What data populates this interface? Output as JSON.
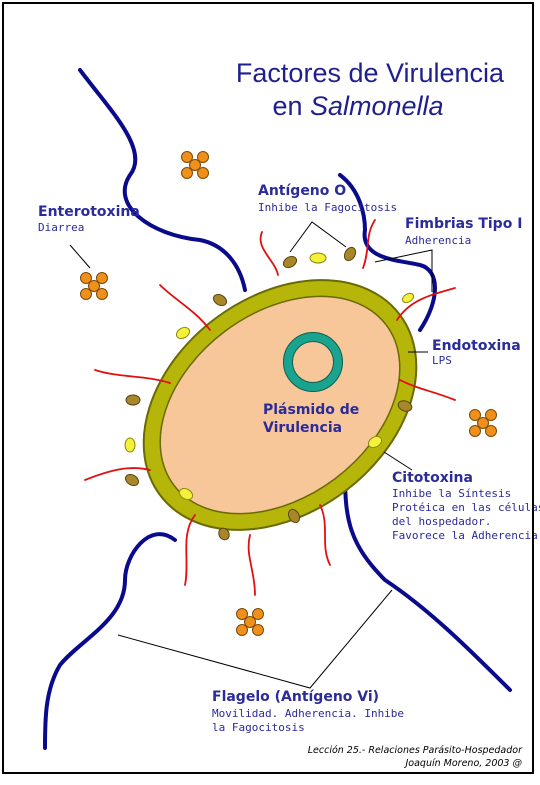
{
  "title": {
    "line1": "Factores de Virulencia",
    "line2_prefix": "en ",
    "line2_italic": "Salmonella"
  },
  "labels": {
    "antigeno_o": {
      "name": "Antígeno O",
      "desc": "Inhibe la Fagocitosis"
    },
    "enterotoxina": {
      "name": "Enterotoxina",
      "desc": "Diarrea"
    },
    "fimbrias": {
      "name": "Fimbrias Tipo I",
      "desc": "Adherencia"
    },
    "endotoxina": {
      "name": "Endotoxina",
      "desc": "LPS"
    },
    "plasmido": {
      "line1": "Plásmido de",
      "line2": "Virulencia"
    },
    "citotoxina": {
      "name": "Citotoxina",
      "desc1": "Inhibe la Síntesis",
      "desc2": "Protéica en las células",
      "desc3": "del hospedador.",
      "desc4": "Favorece la Adherencia"
    },
    "flagelo": {
      "name": "Flagelo (Antígeno Vi)",
      "desc1": "Movilidad. Adherencia. Inhibe",
      "desc2": "la Fagocitosis"
    }
  },
  "footer": {
    "line1": "Lección 25.- Relaciones Parásito-Hospedador",
    "line2": "Joaquín Moreno, 2003 @"
  },
  "colors": {
    "title": "#1f1f8f",
    "text": "#2b2b9a",
    "flagella": "#0a0a8c",
    "fimbriae": "#e01010",
    "cell_wall": "#b5b50a",
    "cytoplasm": "#f7c79a",
    "plasmid": "#1aa38f",
    "toxin_cluster": "#f0901a",
    "antigen_o": "#a8862a",
    "cytotoxin": "#f5f03a"
  }
}
